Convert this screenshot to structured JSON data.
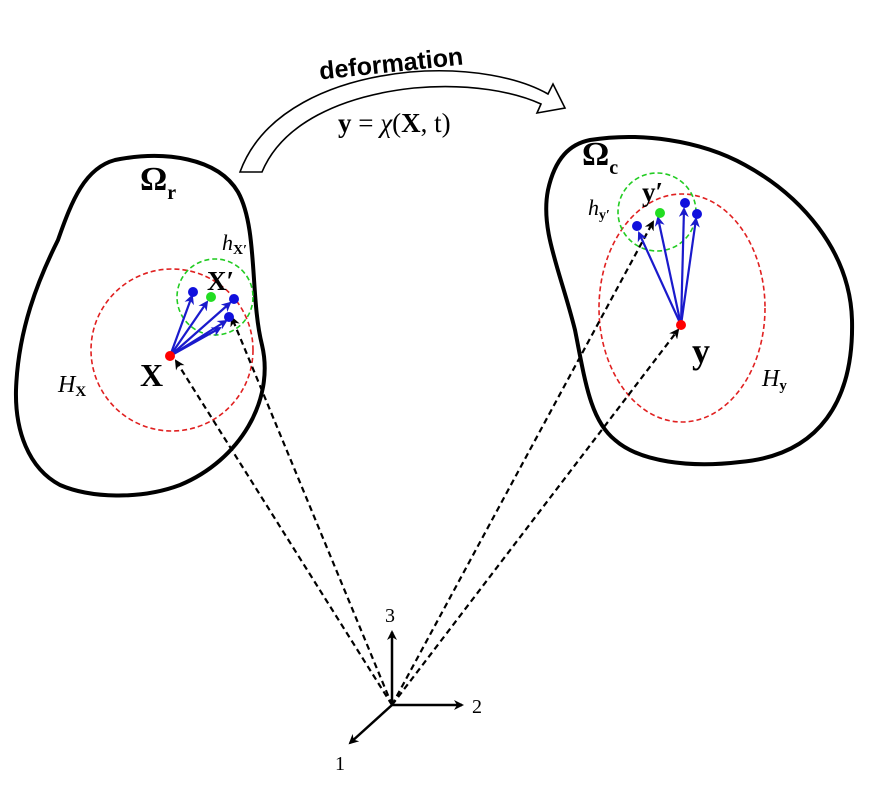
{
  "deformation": {
    "label": "deformation",
    "eq_y": "y",
    "eq_equals": " = ",
    "eq_chi": "χ",
    "eq_open": "(",
    "eq_X": "X",
    "eq_comma": ", t",
    "eq_close": ")"
  },
  "reference": {
    "omega": "Ω",
    "omega_sub": "r",
    "point": "X",
    "neighbor": "X′",
    "family_H": "H",
    "family_H_sub": "X",
    "family_h": "h",
    "family_h_sub": "X′"
  },
  "current": {
    "omega": "Ω",
    "omega_sub": "c",
    "point": "y",
    "neighbor": "y′",
    "family_H": "H",
    "family_H_sub": "y",
    "family_h": "h",
    "family_h_sub": "y′"
  },
  "axes": {
    "axis1": "1",
    "axis2": "2",
    "axis3": "3"
  },
  "colors": {
    "outline": "#000000",
    "horizon": "#e02020",
    "neighbor_horizon": "#22cc22",
    "bond": "#1a1acc",
    "center_point": "#ff0000",
    "neighbor_point": "#22dd22",
    "family_point": "#1010dd"
  }
}
